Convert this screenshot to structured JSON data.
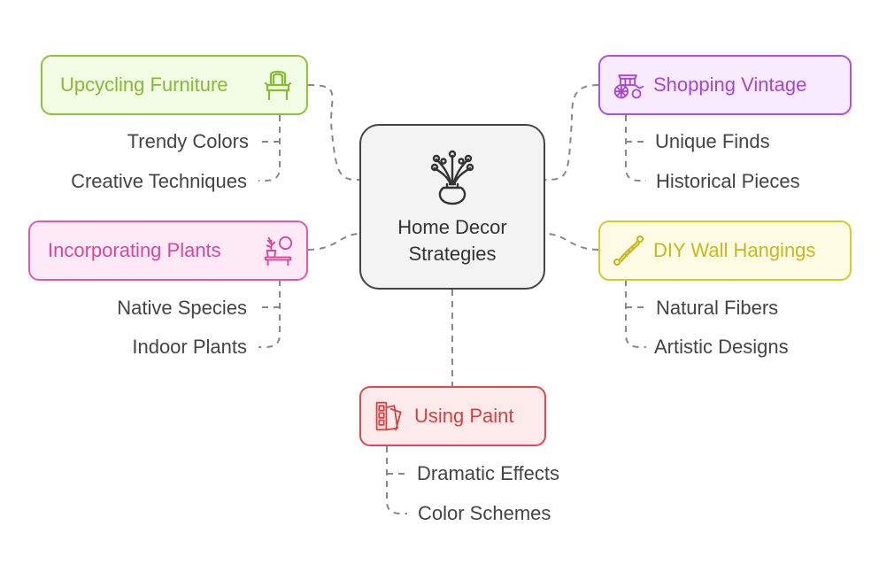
{
  "center": {
    "title": "Home Decor Strategies",
    "icon": "vase-icon"
  },
  "branches": [
    {
      "id": "upcycling",
      "label": "Upcycling Furniture",
      "icon": "chair-icon",
      "color": "#8cc43a",
      "fill": "#f2fbe4",
      "children": [
        "Trendy Colors",
        "Creative Techniques"
      ]
    },
    {
      "id": "plants",
      "label": "Incorporating Plants",
      "icon": "plant-icon",
      "color": "#e05bb0",
      "fill": "#fdeaf6",
      "children": [
        "Native Species",
        "Indoor Plants"
      ]
    },
    {
      "id": "vintage",
      "label": "Shopping Vintage",
      "icon": "carriage-icon",
      "color": "#b04fe0",
      "fill": "#f8ebfd",
      "children": [
        "Unique Finds",
        "Historical Pieces"
      ]
    },
    {
      "id": "diy",
      "label": "DIY Wall Hangings",
      "icon": "hanging-icon",
      "color": "#d9c92a",
      "fill": "#fdfbe3",
      "children": [
        "Natural Fibers",
        "Artistic Designs"
      ]
    },
    {
      "id": "paint",
      "label": "Using Paint",
      "icon": "paint-swatch-icon",
      "color": "#e04a4a",
      "fill": "#fdeaea",
      "children": [
        "Dramatic Effects",
        "Color Schemes"
      ]
    }
  ]
}
